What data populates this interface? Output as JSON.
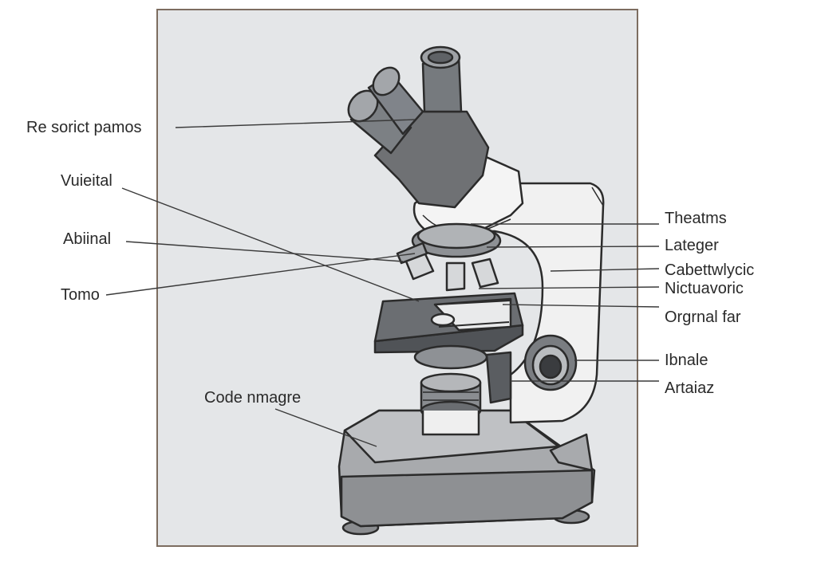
{
  "diagram": {
    "colors": {
      "panel": "#e4e6e8",
      "frame": "#7d6d60",
      "dark_part": "#6f7174",
      "light_part": "#eeeeee",
      "outline": "#2b2b2b",
      "leader": "#3a3a3a"
    },
    "labels_left": [
      {
        "id": "re-sorict-pamos",
        "text": "Re sorict pamos"
      },
      {
        "id": "vuieital",
        "text": "Vuieital"
      },
      {
        "id": "abiinal",
        "text": "Abiinal"
      },
      {
        "id": "tomo",
        "text": "Tomo"
      },
      {
        "id": "code-nmagre",
        "text": "Code nmagre"
      }
    ],
    "labels_right": [
      {
        "id": "theatms",
        "text": "Theatms"
      },
      {
        "id": "lateger",
        "text": "Lateger"
      },
      {
        "id": "cabettwlycic",
        "text": "Cabettwlycic"
      },
      {
        "id": "nictuavoric",
        "text": "Nictuavoric"
      },
      {
        "id": "orgrnal-far",
        "text": "Orgrnal far"
      },
      {
        "id": "ibnale",
        "text": "Ibnale"
      },
      {
        "id": "artaiaz",
        "text": "Artaiaz"
      }
    ]
  }
}
